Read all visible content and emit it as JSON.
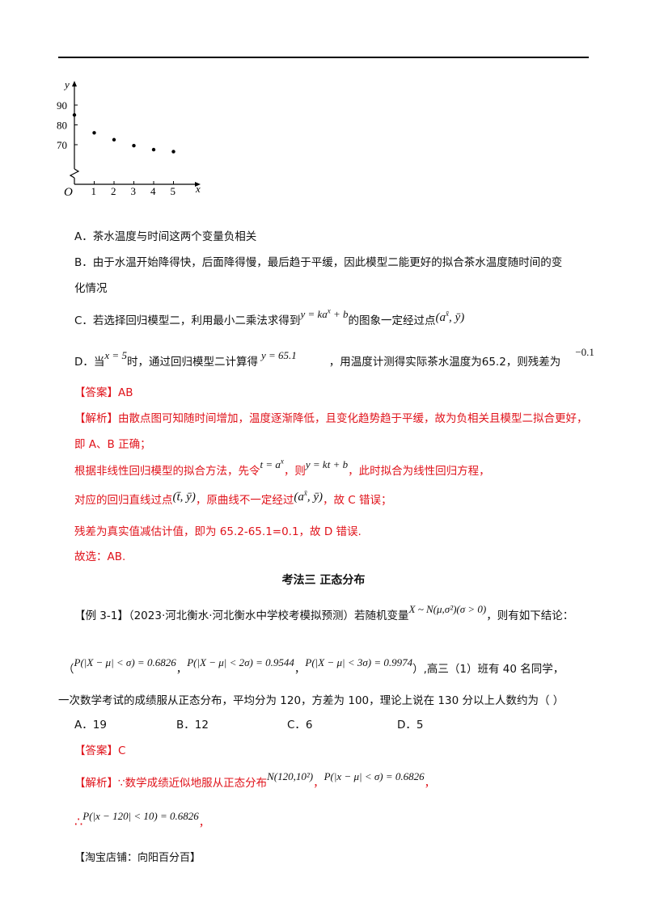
{
  "chart_data": {
    "type": "scatter",
    "xlabel": "x",
    "ylabel": "y",
    "origin_label": "O",
    "x_ticks": [
      "1",
      "2",
      "3",
      "4",
      "5"
    ],
    "y_ticks": [
      "70",
      "80",
      "90"
    ],
    "points": [
      {
        "x": 0,
        "y": 85
      },
      {
        "x": 1,
        "y": 76
      },
      {
        "x": 2,
        "y": 72.5
      },
      {
        "x": 3,
        "y": 69.5
      },
      {
        "x": 4,
        "y": 67.5
      },
      {
        "x": 5,
        "y": 66.5
      }
    ],
    "axis_break": true
  },
  "q": {
    "optA": "A．茶水温度与时间这两个变量负相关",
    "optB1": "B．由于水温开始降得快，后面降得慢，最后趋于平缓，因此模型二能更好的拟合茶水温度随时间的变",
    "optB2": "化情况",
    "optC_a": "C．若选择回归模型二，利用最小二乘法求得到",
    "optC_m1": "y = ka",
    "optC_m1b": "x",
    "optC_m1c": " + b",
    "optC_b": "的图象一定经过点",
    "optC_m2": "(a",
    "optC_m2b": "x̄",
    "optC_m2c": ", ȳ)",
    "optD_a": "D．当",
    "optD_m1": "x = 5",
    "optD_b": "时，通过回归模型二计算得",
    "optD_m2": "y = 65.1",
    "optD_c": "，用温度计测得实际茶水温度为65.2，则残差为",
    "optD_m3": "−0.1"
  },
  "sol1": {
    "answer": "【答案】AB",
    "a1": "【解析】由散点图可知随时间增加，温度逐渐降低，且变化趋势趋于平缓，故为负相关且模型二拟合更好，",
    "a2": "即 A、B 正确；",
    "a3a": "根据非线性回归模型的拟合方法，先令",
    "a3m1": "t = a",
    "a3m1b": "x",
    "a3b": "，则",
    "a3m2": "y = kt + b",
    "a3c": "，此时拟合为线性回归方程，",
    "a4a": "对应的回归直线过点",
    "a4m1": "(t̄, ȳ)",
    "a4b": "，原曲线不一定经过",
    "a4m2": "(a",
    "a4m2b": "x̄",
    "a4m2c": ", ȳ)",
    "a4c": "，故 C 错误；",
    "a5": "残差为真实值减估计值，即为 65.2-65.1=0.1，故 D 错误.",
    "a6": "故选：AB."
  },
  "section_title": "考法三  正态分布",
  "ex": {
    "l1a": "【例 3-1】（2023·河北衡水·河北衡水中学校考模拟预测）若随机变量",
    "l1m": "X ~ N(μ,σ²)(σ > 0)",
    "l1b": "，则有如下结论：",
    "l2a": "（",
    "l2m1": "P(|X − μ| < σ) = 0.6826",
    "l2s1": "，",
    "l2m2": "P(|X − μ| < 2σ) = 0.9544",
    "l2s2": "，",
    "l2m3": "P(|X − μ| < 3σ) = 0.9974",
    "l2b": "）,高三（1）班有 40 名同学，",
    "l3": "一次数学考试的成绩服从正态分布，平均分为 120，方差为 100，理论上说在 130 分以上人数约为（     ）",
    "o1": "A．19",
    "o2": "B．12",
    "o3": "C．6",
    "o4": "D．5"
  },
  "sol2": {
    "answer": "【答案】C",
    "a1a": "【解析】∵数学成绩近似地服从正态分布",
    "a1m1": "N(120,10²)",
    "a1s": "，",
    "a1m2": "P(|x − μ| < σ) = 0.6826",
    "a1b": "，",
    "a2a": "∴",
    "a2m": "P(|x − 120| < 10) = 0.6826",
    "a2b": "，"
  },
  "footer": "【淘宝店铺：向阳百分百】"
}
